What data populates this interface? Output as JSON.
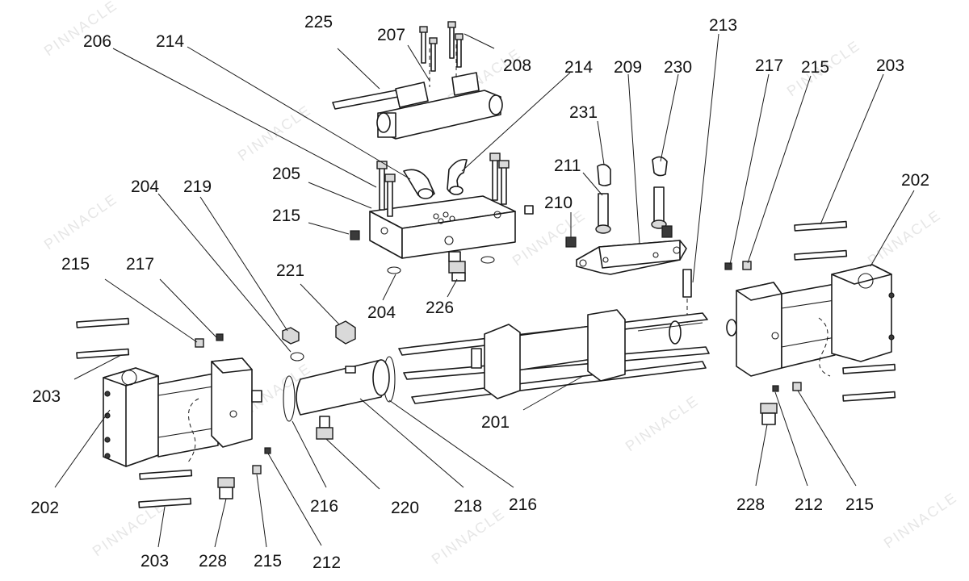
{
  "watermark": "PINNACLE",
  "callouts": [
    {
      "id": "c225",
      "text": "225"
    },
    {
      "id": "c207",
      "text": "207"
    },
    {
      "id": "c206",
      "text": "206"
    },
    {
      "id": "c214a",
      "text": "214"
    },
    {
      "id": "c208",
      "text": "208"
    },
    {
      "id": "c214b",
      "text": "214"
    },
    {
      "id": "c213",
      "text": "213"
    },
    {
      "id": "c209",
      "text": "209"
    },
    {
      "id": "c230",
      "text": "230"
    },
    {
      "id": "c217a",
      "text": "217"
    },
    {
      "id": "c215a",
      "text": "215"
    },
    {
      "id": "c203a",
      "text": "203"
    },
    {
      "id": "c231",
      "text": "231"
    },
    {
      "id": "c211",
      "text": "211"
    },
    {
      "id": "c210",
      "text": "210"
    },
    {
      "id": "c205",
      "text": "205"
    },
    {
      "id": "c204a",
      "text": "204"
    },
    {
      "id": "c219",
      "text": "219"
    },
    {
      "id": "c215b",
      "text": "215"
    },
    {
      "id": "c202a",
      "text": "202"
    },
    {
      "id": "c215c",
      "text": "215"
    },
    {
      "id": "c217b",
      "text": "217"
    },
    {
      "id": "c221",
      "text": "221"
    },
    {
      "id": "c204b",
      "text": "204"
    },
    {
      "id": "c226",
      "text": "226"
    },
    {
      "id": "c203b",
      "text": "203"
    },
    {
      "id": "c201",
      "text": "201"
    },
    {
      "id": "c202b",
      "text": "202"
    },
    {
      "id": "c216a",
      "text": "216"
    },
    {
      "id": "c220",
      "text": "220"
    },
    {
      "id": "c218",
      "text": "218"
    },
    {
      "id": "c216b",
      "text": "216"
    },
    {
      "id": "c228a",
      "text": "228"
    },
    {
      "id": "c212a",
      "text": "212"
    },
    {
      "id": "c215d",
      "text": "215"
    },
    {
      "id": "c203c",
      "text": "203"
    },
    {
      "id": "c228b",
      "text": "228"
    },
    {
      "id": "c215e",
      "text": "215"
    },
    {
      "id": "c212b",
      "text": "212"
    }
  ]
}
